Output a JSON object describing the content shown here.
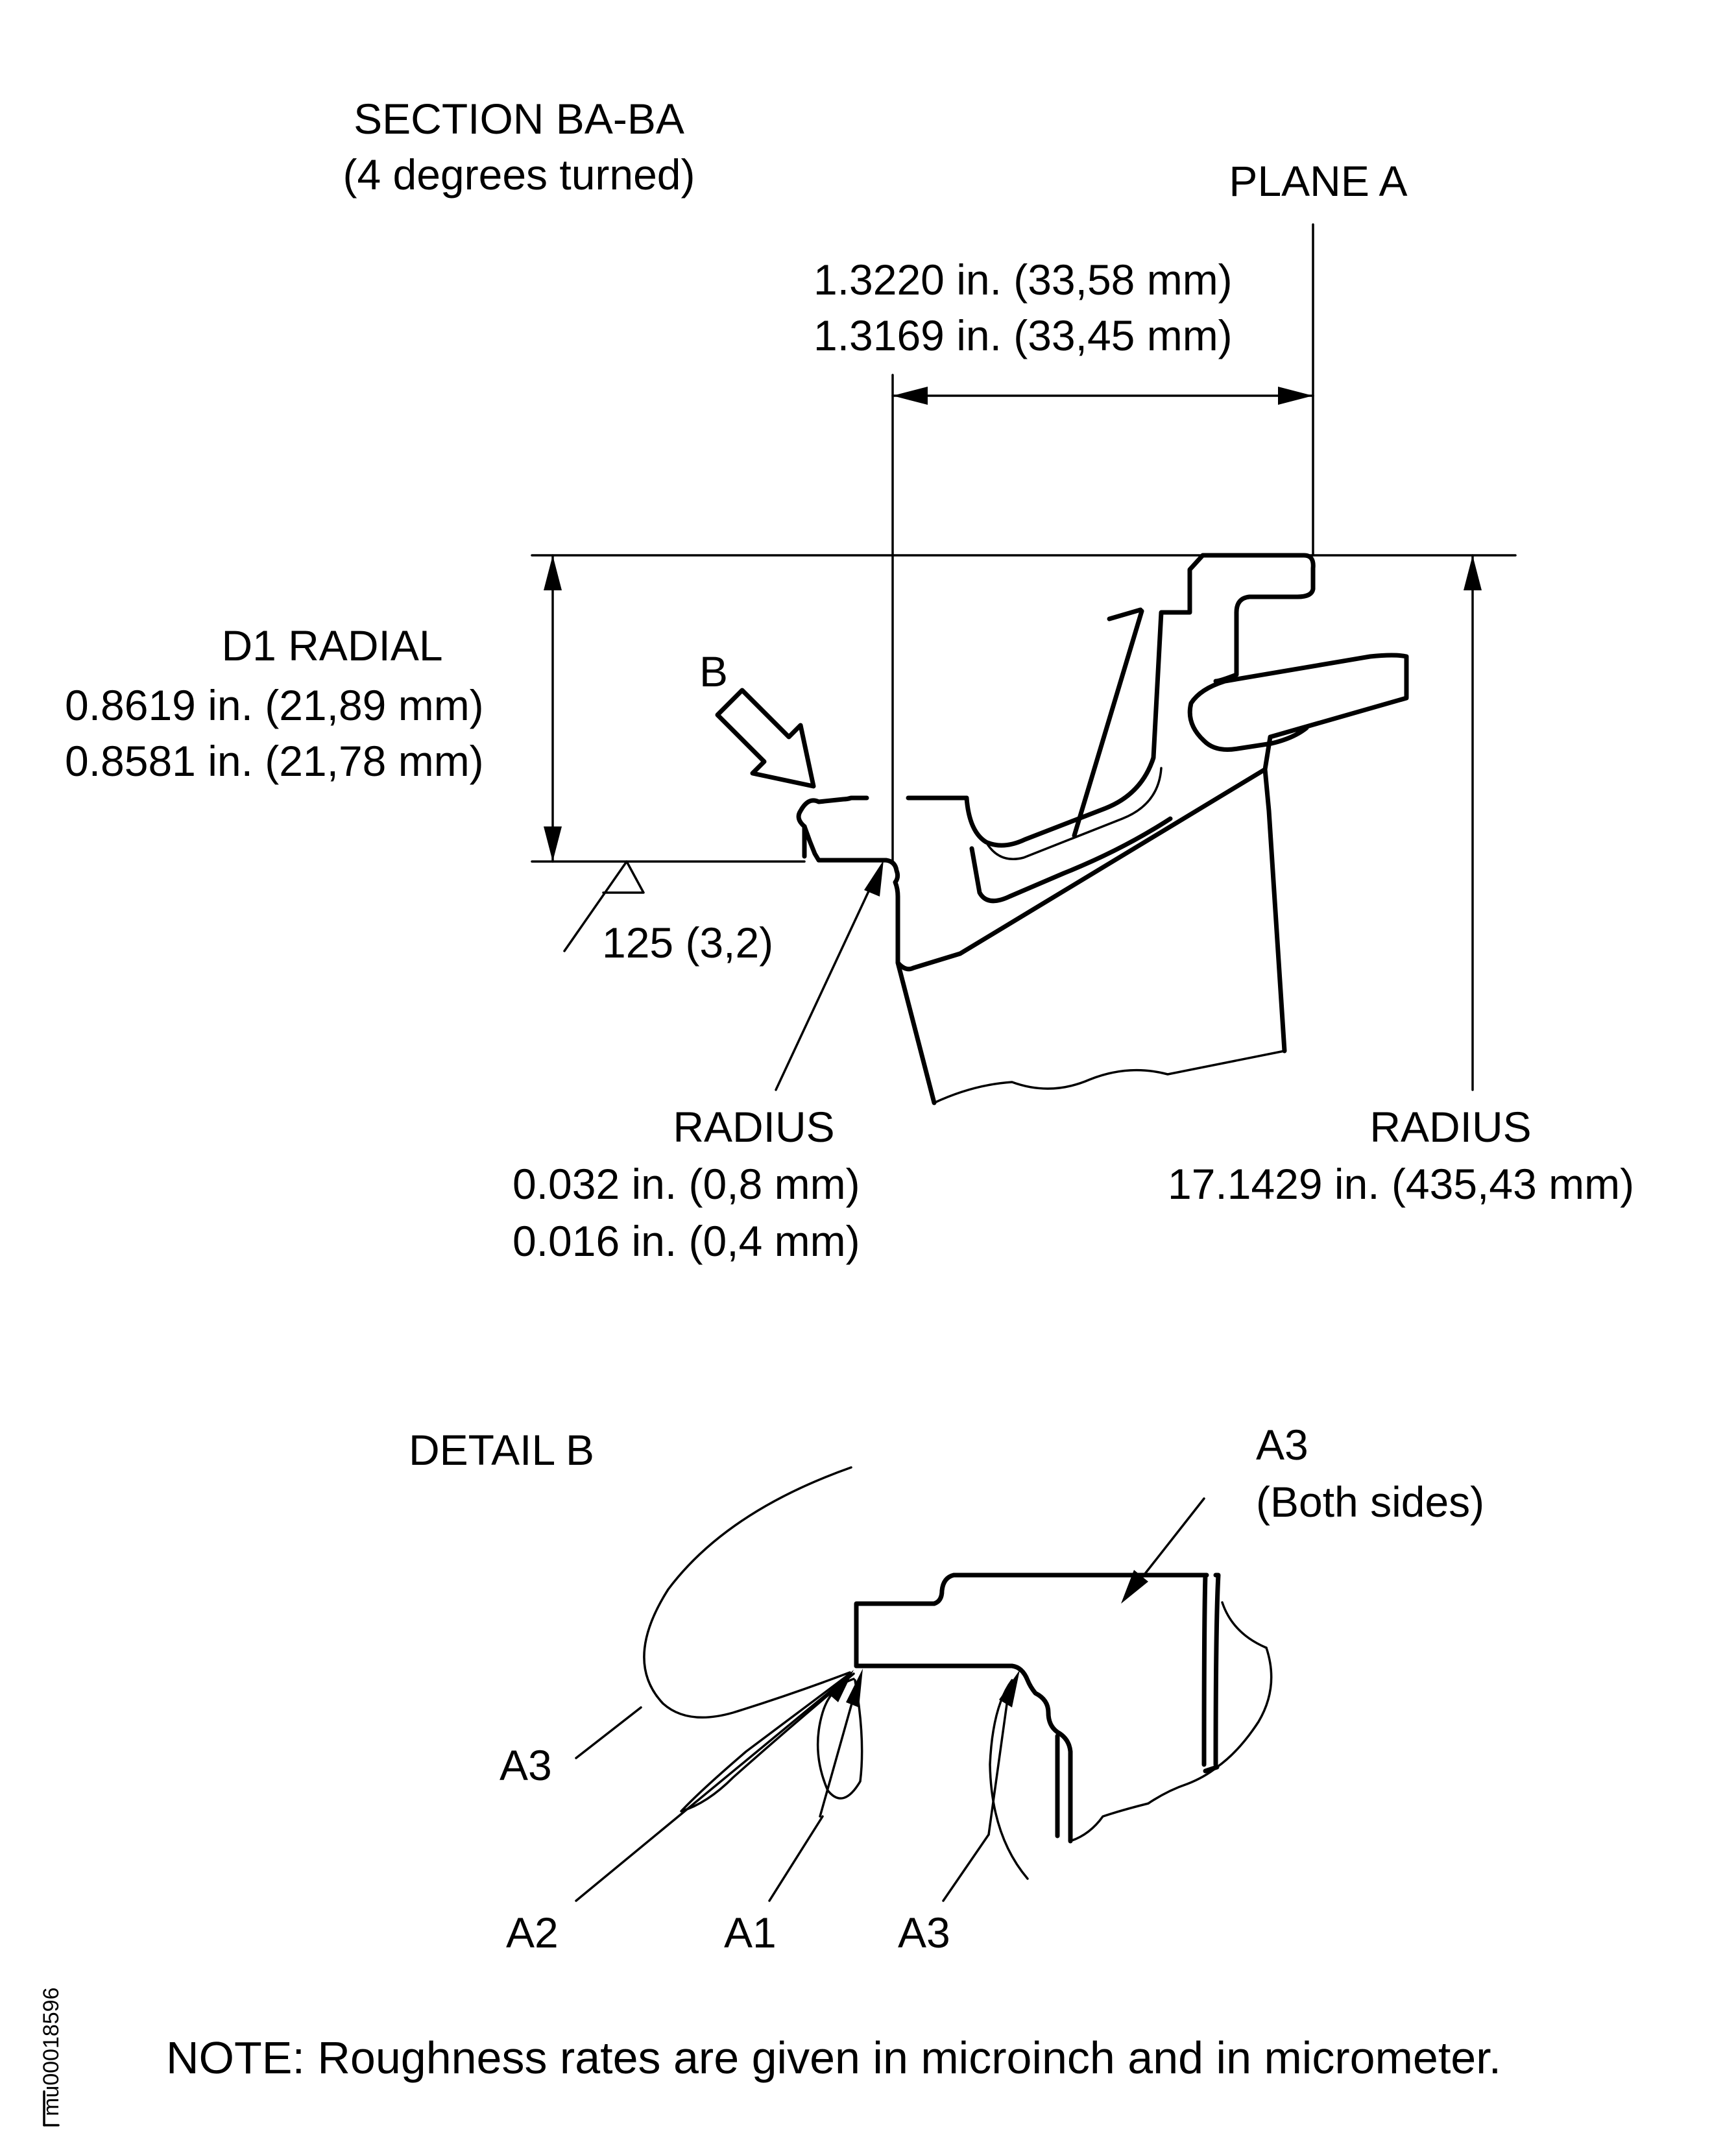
{
  "section": {
    "title": "SECTION BA-BA",
    "subtitle": "(4 degrees turned)"
  },
  "plane_label": "PLANE A",
  "axial_dimension": {
    "max": "1.3220 in. (33,58 mm)",
    "min": "1.3169 in. (33,45 mm)"
  },
  "d1_radial": {
    "label": "D1 RADIAL",
    "max": "0.8619 in. (21,89 mm)",
    "min": "0.8581 in. (21,78 mm)"
  },
  "view_arrow_label": "B",
  "roughness_symbol_value": "125 (3,2)",
  "fillet_radius": {
    "label": "RADIUS",
    "max": "0.032 in. (0,8 mm)",
    "min": "0.016 in. (0,4 mm)"
  },
  "outer_radius": {
    "label": "RADIUS",
    "value": "17.1429 in. (435,43 mm)"
  },
  "detail": {
    "title": "DETAIL B",
    "top_callout": "A3",
    "top_callout_note": "(Both sides)",
    "callouts": [
      "A3",
      "A2",
      "A1",
      "A3"
    ]
  },
  "note": "NOTE: Roughness rates are given in microinch and in micrometer.",
  "figure_id": "mu00018596"
}
